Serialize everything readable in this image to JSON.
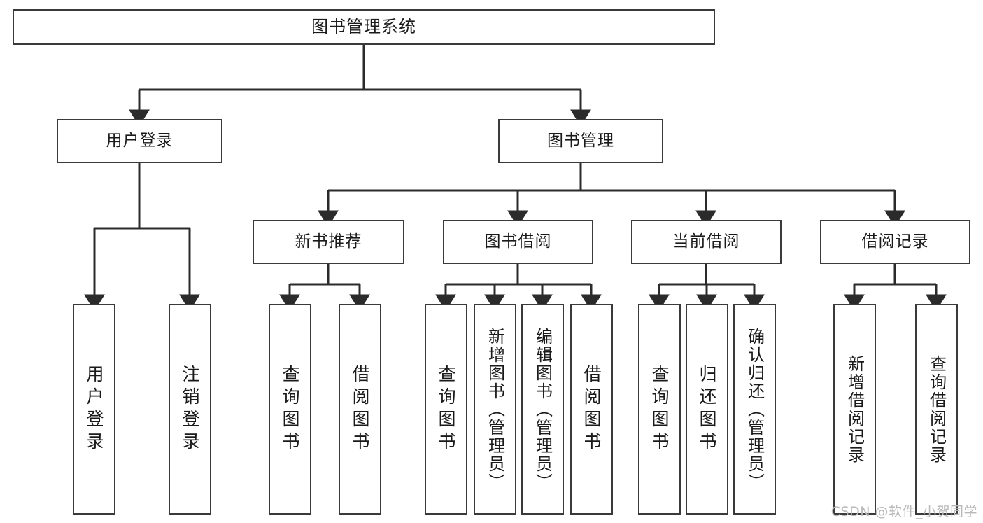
{
  "diagram": {
    "type": "tree",
    "title": "图书管理系统",
    "orientation": "top-down",
    "colors": {
      "box_border": "#3a3a3a",
      "box_fill": "#ffffff",
      "edge": "#2b2b2b",
      "text": "#1a1a1a",
      "watermark": "#b9b9b9",
      "background": "#ffffff"
    },
    "root": {
      "label": "图书管理系统"
    },
    "level2": [
      {
        "label": "用户登录"
      },
      {
        "label": "图书管理"
      }
    ],
    "level3": [
      {
        "label": "新书推荐"
      },
      {
        "label": "图书借阅"
      },
      {
        "label": "当前借阅"
      },
      {
        "label": "借阅记录"
      }
    ],
    "leaves": {
      "user_login": [
        {
          "label": "用户登录"
        },
        {
          "label": "注销登录"
        }
      ],
      "new_book_recommend": [
        {
          "label": "查询图书"
        },
        {
          "label": "借阅图书"
        }
      ],
      "book_borrow": [
        {
          "label": "查询图书"
        },
        {
          "label": "新增图书（管理员）"
        },
        {
          "label": "编辑图书（管理员）"
        },
        {
          "label": "借阅图书"
        }
      ],
      "current_borrow": [
        {
          "label": "查询图书"
        },
        {
          "label": "归还图书"
        },
        {
          "label": "确认归还（管理员）"
        }
      ],
      "borrow_record": [
        {
          "label": "新增借阅记录"
        },
        {
          "label": "查询借阅记录"
        }
      ]
    }
  },
  "watermark": {
    "text": "CSDN @软件_小贺同学"
  }
}
